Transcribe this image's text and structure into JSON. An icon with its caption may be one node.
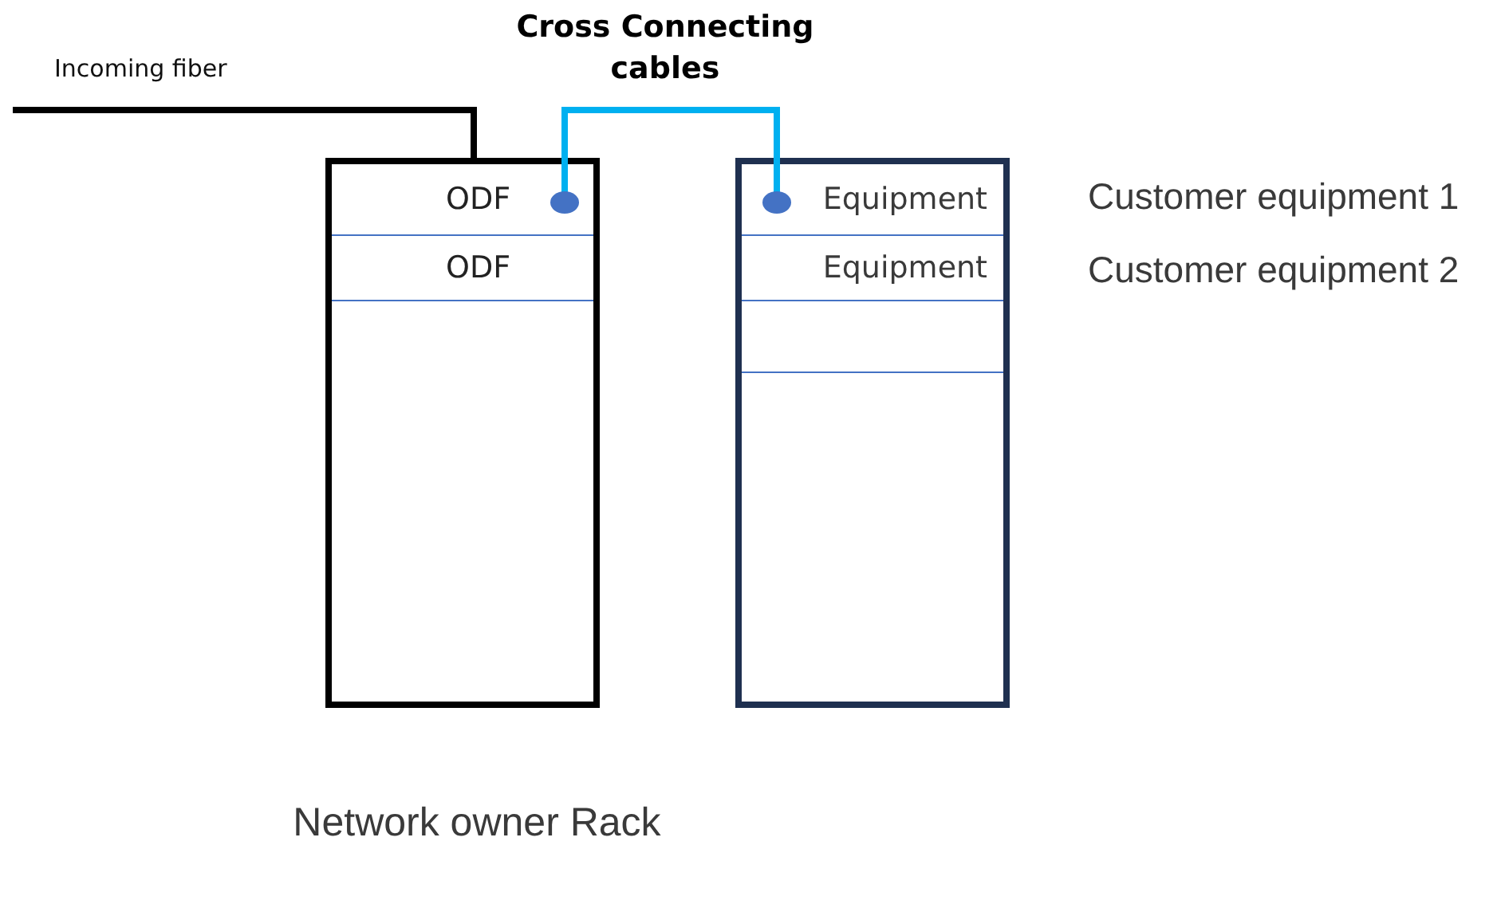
{
  "diagram": {
    "nodes": [
      {
        "text": [
          "Network owner Rack"
        ]
      },
      {
        "text": [
          "ODF"
        ],
        "in": 0
      },
      {
        "text": [
          "ODF"
        ],
        "in": 0
      },
      {
        "text": [],
        "shape": "box"
      },
      {
        "text": [
          "Equipment"
        ],
        "in": 3,
        "beside": [
          "Customer equipment 1"
        ]
      },
      {
        "text": [
          "Equipment"
        ],
        "in": 3,
        "beside": [
          "Customer equipment 2"
        ]
      },
      {
        "text": [],
        "shape": "box",
        "in": 3
      }
    ],
    "edges": [
      {
        "from": null,
        "to": 1,
        "arrow": "none",
        "label": "Incoming fiber"
      },
      {
        "from": 1,
        "to": 4,
        "arrow": "other",
        "label": "Cross Connecting cables",
        "color": "#00b0f0"
      }
    ]
  }
}
